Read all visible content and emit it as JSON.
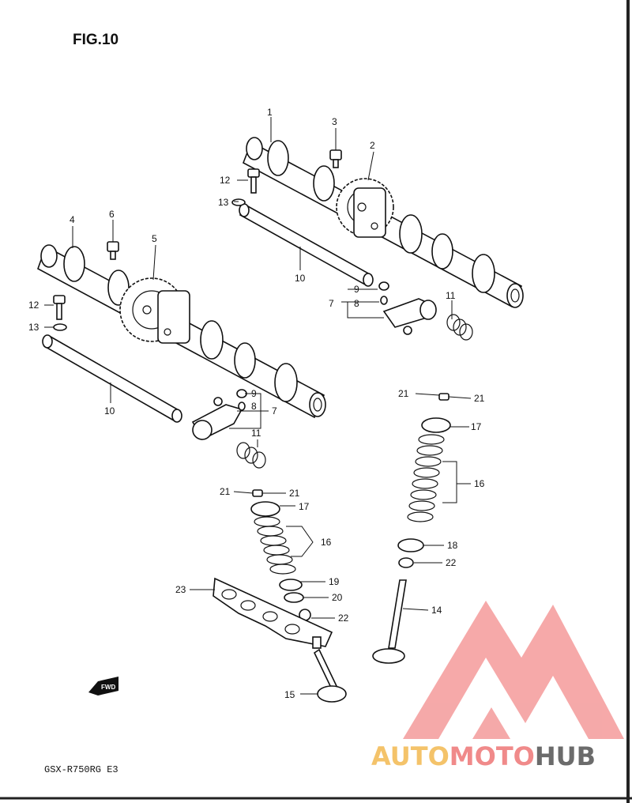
{
  "figure": {
    "title": "FIG.10",
    "model": "GSX-R750RG  E3",
    "fwd": "FWD"
  },
  "watermark": {
    "part1": "AUTO",
    "part2": "MOTO",
    "part3": "HUB",
    "colors": {
      "gold": "#f4c36a",
      "red": "#f08a8a",
      "gray": "#6b6b6b"
    }
  },
  "callouts": {
    "c1": "1",
    "c2": "2",
    "c3": "3",
    "c4": "4",
    "c5": "5",
    "c6": "6",
    "c7a": "7",
    "c7b": "7",
    "c8a": "8",
    "c8b": "8",
    "c9a": "9",
    "c9b": "9",
    "c10a": "10",
    "c10b": "10",
    "c11a": "11",
    "c11b": "11",
    "c12a": "12",
    "c12b": "12",
    "c13a": "13",
    "c13b": "13",
    "c14": "14",
    "c15": "15",
    "c16a": "16",
    "c16b": "16",
    "c17a": "17",
    "c17b": "17",
    "c18": "18",
    "c19": "19",
    "c20": "20",
    "c21a": "21",
    "c21b": "21",
    "c21c": "21",
    "c21d": "21",
    "c22a": "22",
    "c22b": "22",
    "c23": "23"
  }
}
